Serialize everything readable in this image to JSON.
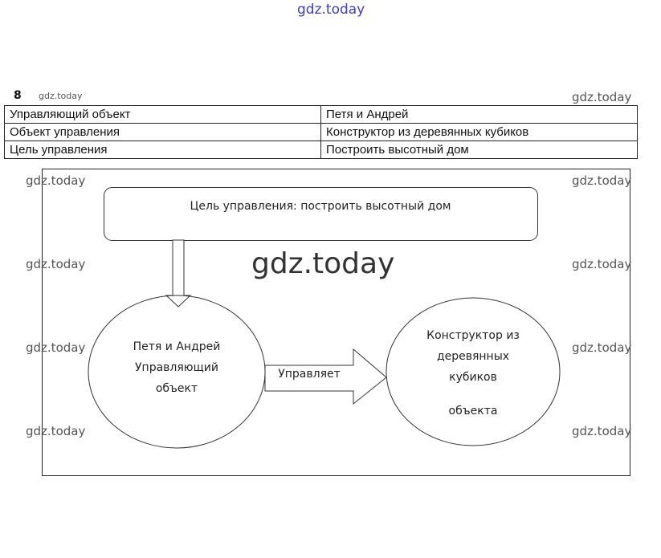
{
  "task_number": "8",
  "watermark": "gdz.today",
  "table": {
    "rows": [
      [
        "Управляющий объект",
        "Петя и Андрей"
      ],
      [
        "Объект управления",
        "Конструктор из деревянных кубиков"
      ],
      [
        "Цель управления",
        "Построить высотный дом"
      ]
    ]
  },
  "diagram": {
    "goal": "Цель управления: построить высотный дом",
    "left_circle": [
      "Петя и Андрей",
      "Управляющий",
      "объект"
    ],
    "arrow_label": "Управляет",
    "right_circle": [
      "Конструктор из",
      "деревянных",
      "кубиков",
      "объекта"
    ]
  }
}
